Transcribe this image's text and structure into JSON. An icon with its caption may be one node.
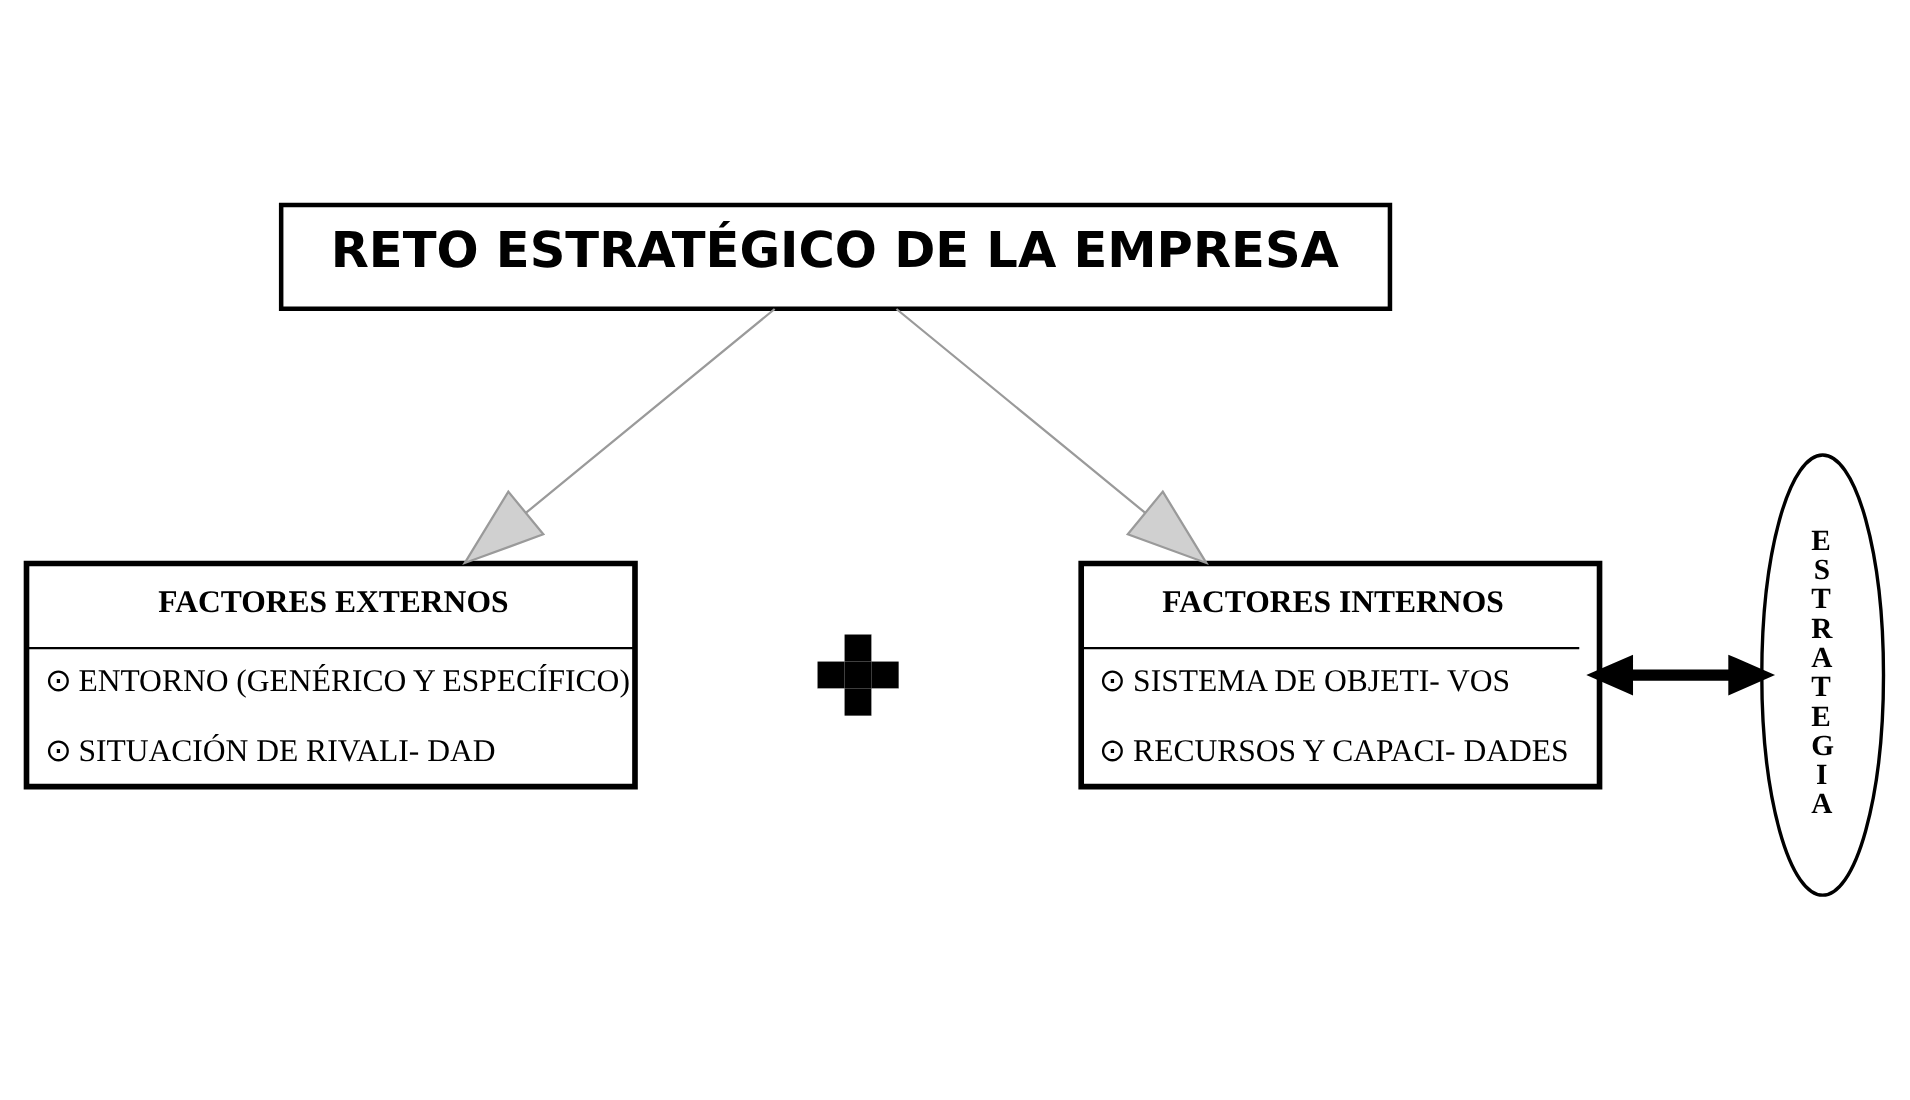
{
  "diagram": {
    "nodes": [
      {
        "text": [
          "RETO ESTRATÉGICO DE LA EMPRESA"
        ]
      },
      {
        "text": [
          "FACTORES EXTERNOS",
          "⊙ ENTORNO (GENÉRICO Y ESPECÍFICO)",
          "⊙ SITUACIÓN DE RIVALI- DAD"
        ]
      },
      {
        "text": [],
        "shape": "plus"
      },
      {
        "text": [
          "FACTORES INTERNOS",
          "⊙ SISTEMA DE OBJETI- VOS",
          "⊙ RECURSOS Y CAPACI- DADES"
        ]
      },
      {
        "text": [
          "ESTRATEGIA"
        ]
      }
    ],
    "edges": [
      {
        "from": 0,
        "to": 1,
        "arrow": "to"
      },
      {
        "from": 0,
        "to": 3,
        "arrow": "to"
      },
      {
        "from": 3,
        "to": 4,
        "arrow": "both",
        "style": "thick",
        "color": "#000000"
      }
    ]
  }
}
